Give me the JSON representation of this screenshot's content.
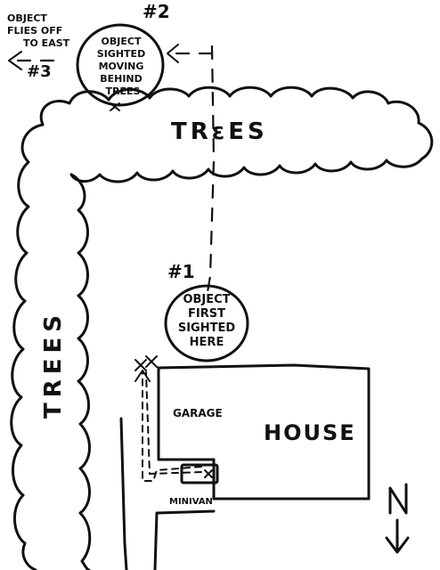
{
  "labels": {
    "trees_top": "TRεES",
    "trees_left": "TREES",
    "house": "HOUSE",
    "garage": "GARAGE",
    "minivan": "MINIVAN",
    "north": "N",
    "marker_1": "#1",
    "marker_2": "#2",
    "marker_3": "#3",
    "first_sighting": [
      "OBJECT",
      "FIRST",
      "SIGHTED",
      "HERE"
    ],
    "second_sighting": [
      "OBJECT",
      "SIGHTED",
      "MOVING",
      "BEHIND",
      "TREES"
    ],
    "flies_off": [
      "OBJECT",
      "FLIES OFF",
      "TO EAST"
    ]
  }
}
